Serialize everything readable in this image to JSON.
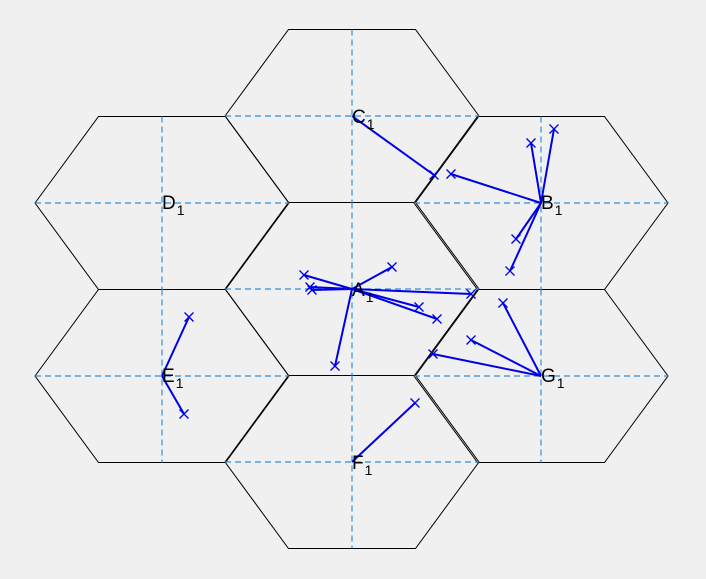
{
  "cells": [
    {
      "id": "A",
      "label": "A",
      "subscript": "1"
    },
    {
      "id": "B",
      "label": "B",
      "subscript": "1"
    },
    {
      "id": "C",
      "label": "C",
      "subscript": "1"
    },
    {
      "id": "D",
      "label": "D",
      "subscript": "1"
    },
    {
      "id": "E",
      "label": "E",
      "subscript": "1"
    },
    {
      "id": "F",
      "label": "F",
      "subscript": "1"
    },
    {
      "id": "G",
      "label": "G",
      "subscript": "1"
    }
  ],
  "colors": {
    "background": "#f0f0f0",
    "hexagon": "#000000",
    "axis": "#2f8fd8",
    "link": "#0000e6"
  },
  "markers": {
    "user_equipment": "x-marker-icon"
  }
}
